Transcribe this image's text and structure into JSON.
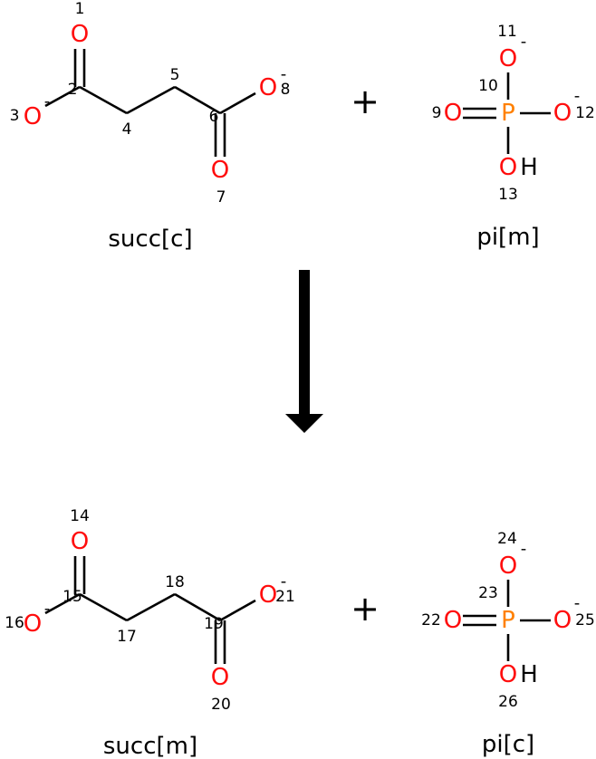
{
  "reactants": [
    {
      "name": "succ[c]",
      "atoms": {
        "O1": "O",
        "n1": "1",
        "n2": "2",
        "O3": "O",
        "n3": "3",
        "n4": "4",
        "n5": "5",
        "n6": "6",
        "O7": "O",
        "n7": "7",
        "O8": "O",
        "n8": "8"
      },
      "charges": [
        "-",
        "-"
      ]
    },
    {
      "name": "pi[m]",
      "atoms": {
        "O9": "O",
        "n9": "9",
        "P10": "P",
        "n10": "10",
        "O11": "O",
        "n11": "11",
        "O12": "O",
        "n12": "12",
        "O13": "O",
        "H13": "H",
        "n13": "13"
      },
      "charges": [
        "-",
        "-"
      ]
    }
  ],
  "products": [
    {
      "name": "succ[m]",
      "atoms": {
        "O1": "O",
        "n1": "14",
        "n2": "15",
        "O3": "O",
        "n3": "16",
        "n4": "17",
        "n5": "18",
        "n6": "19",
        "O7": "O",
        "n7": "20",
        "O8": "O",
        "n8": "21"
      },
      "charges": [
        "-",
        "-"
      ]
    },
    {
      "name": "pi[c]",
      "atoms": {
        "O9": "O",
        "n9": "22",
        "P10": "P",
        "n10": "23",
        "O11": "O",
        "n11": "24",
        "O12": "O",
        "n12": "25",
        "O13": "O",
        "H13": "H",
        "n13": "26"
      },
      "charges": [
        "-",
        "-"
      ]
    }
  ],
  "operator": "+",
  "colors": {
    "oxygen": "#ff0d0d",
    "phosphorus": "#ff8000",
    "bond": "#000000"
  }
}
